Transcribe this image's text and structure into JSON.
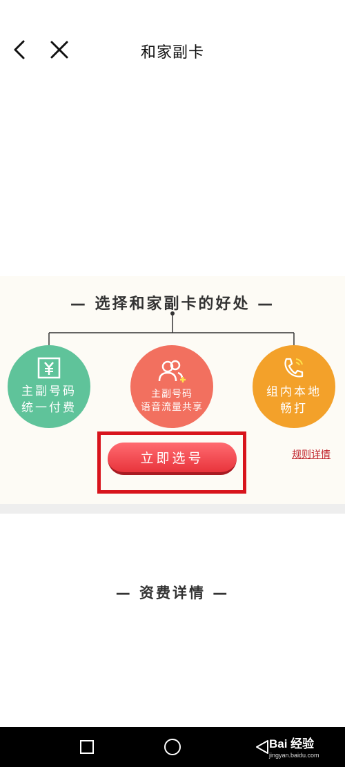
{
  "header": {
    "title": "和家副卡",
    "back_icon": "chevron-left-icon",
    "close_icon": "close-icon"
  },
  "benefits": {
    "heading": "— 选择和家副卡的好处 —",
    "items": [
      {
        "lines": [
          "主副号码",
          "统一付费"
        ],
        "icon": "yuan-icon",
        "color": "#5fc39a"
      },
      {
        "lines": [
          "主副号码",
          "语音流量共享"
        ],
        "icon": "users-icon",
        "color": "#f2705f"
      },
      {
        "lines": [
          "组内本地",
          "畅打"
        ],
        "icon": "phone-icon",
        "color": "#f3a12a"
      }
    ],
    "select_button": "立即选号",
    "rules_link": "规则详情"
  },
  "fees": {
    "heading": "— 资费详情 —"
  },
  "watermark": {
    "brand": "Bai 经验",
    "url": "jingyan.baidu.com"
  },
  "nav": {
    "recent_icon": "square-icon",
    "home_icon": "circle-icon",
    "back_icon": "triangle-back-icon"
  }
}
